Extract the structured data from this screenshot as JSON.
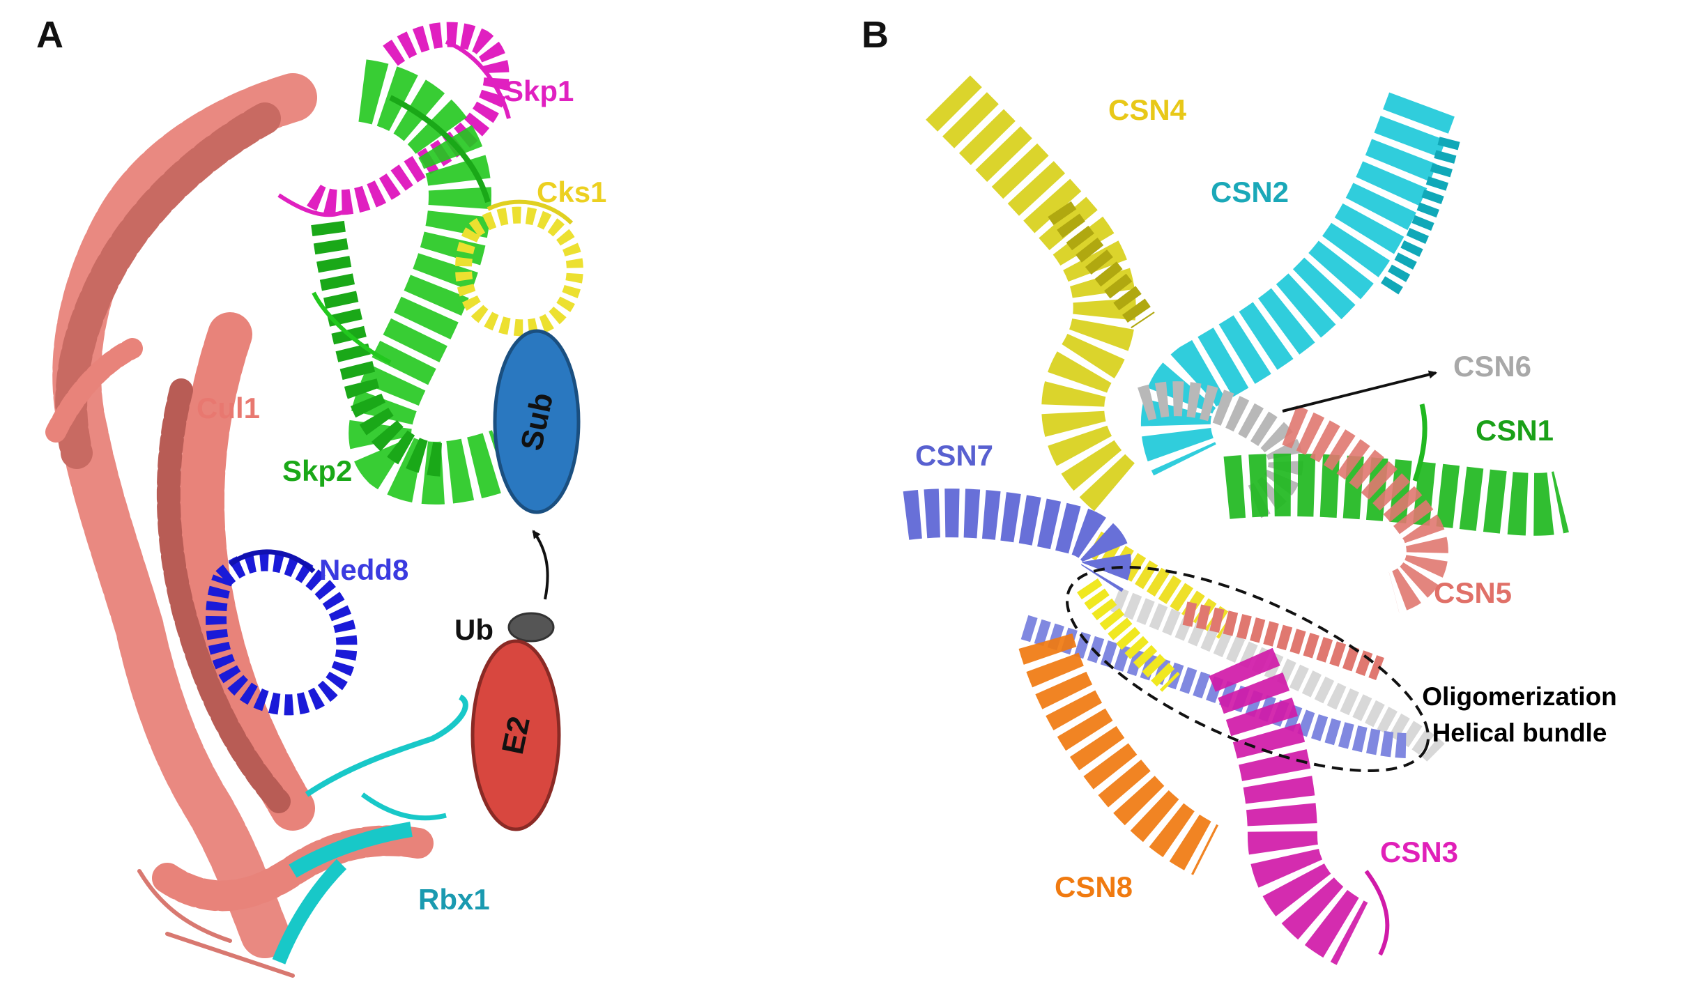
{
  "panel_a": {
    "letter": "A",
    "labels": {
      "skp1": "Skp1",
      "cks1": "Cks1",
      "cul1": "Cul1",
      "skp2": "Skp2",
      "sub": "Sub",
      "nedd8": "Nedd8",
      "ub": "Ub",
      "e2": "E2",
      "rbx1": "Rbx1"
    }
  },
  "panel_b": {
    "letter": "B",
    "labels": {
      "csn4": "CSN4",
      "csn2": "CSN2",
      "csn6": "CSN6",
      "csn1": "CSN1",
      "csn7": "CSN7",
      "csn5": "CSN5",
      "oligo_line1": "Oligomerization",
      "oligo_line2": "Helical bundle",
      "csn3": "CSN3",
      "csn8": "CSN8"
    }
  },
  "colors": {
    "cul1": "#e8837a",
    "skp1": "#e020c0",
    "skp2": "#22c81e",
    "cks1": "#ece030",
    "sub": "#2a78c0",
    "nedd8": "#1a1ad8",
    "ub": "#555555",
    "e2": "#d8473f",
    "rbx1": "#18c8c8",
    "csn4": "#d8d01a",
    "csn2": "#1ac8d8",
    "csn6": "#b8b8b8",
    "csn1": "#20b820",
    "csn7": "#6870d8",
    "csn5": "#e07870",
    "csn3": "#d01aa8",
    "csn8": "#f07a10"
  }
}
